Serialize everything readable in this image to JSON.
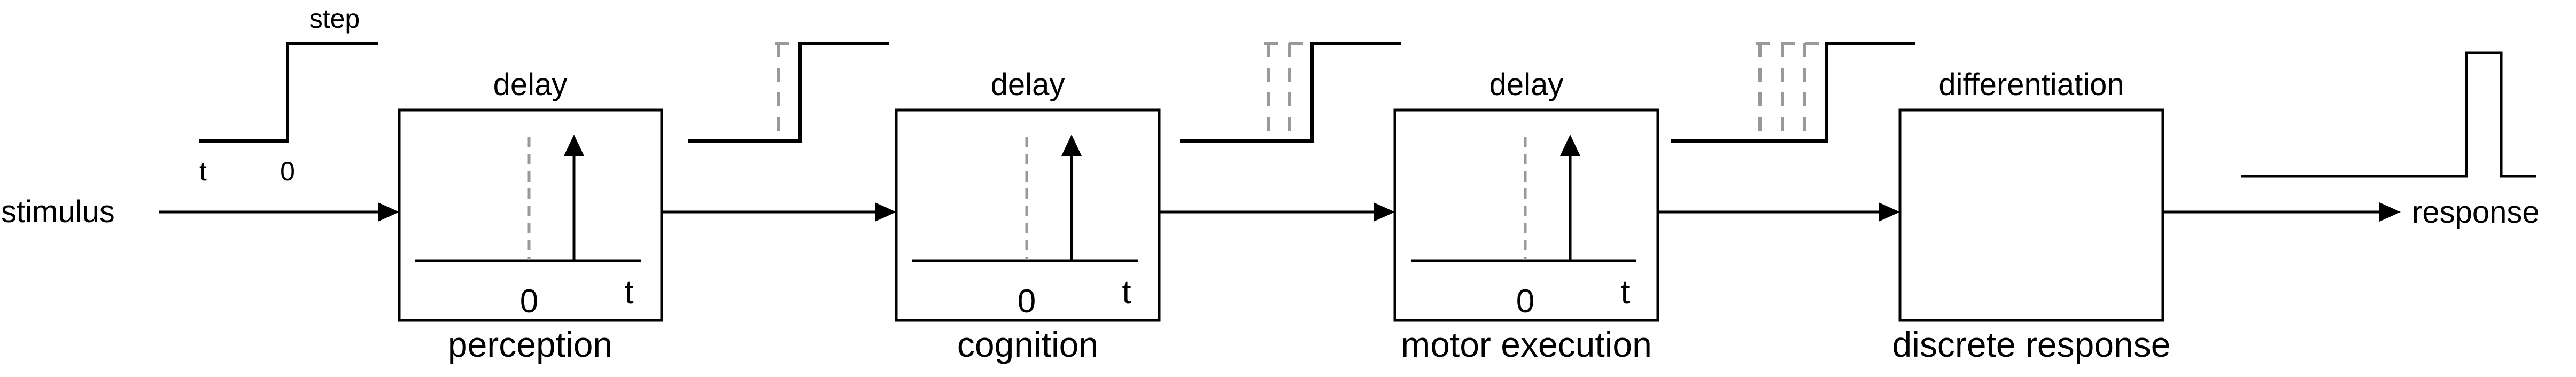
{
  "diagram": {
    "stimulus_label": "stimulus",
    "response_label": "response",
    "input_plot": {
      "title": "step",
      "x_axis_label": "t",
      "origin_label": "0"
    },
    "blocks": [
      {
        "top_label": "delay",
        "bottom_label": "perception",
        "plot": {
          "origin_label": "0",
          "x_axis_label": "t"
        }
      },
      {
        "top_label": "delay",
        "bottom_label": "cognition",
        "plot": {
          "origin_label": "0",
          "x_axis_label": "t"
        }
      },
      {
        "top_label": "delay",
        "bottom_label": "motor execution",
        "plot": {
          "origin_label": "0",
          "x_axis_label": "t"
        }
      },
      {
        "top_label": "differentiation",
        "bottom_label": "discrete response"
      }
    ],
    "colors": {
      "line": "#000000",
      "ghost_dashed": "#999999",
      "background": "#ffffff"
    }
  }
}
